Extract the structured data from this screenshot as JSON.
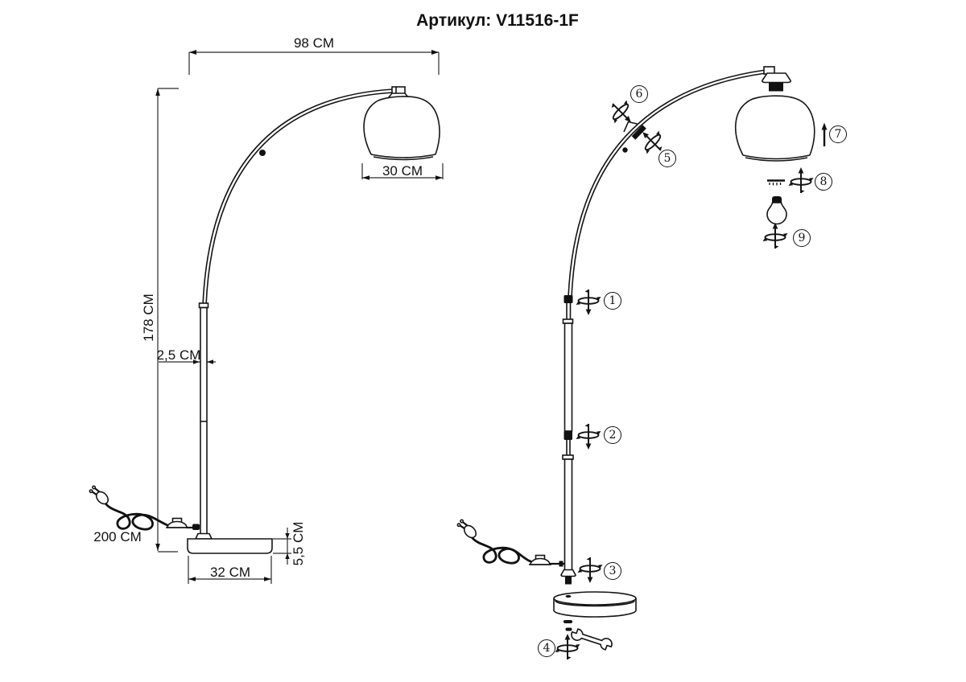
{
  "title": "Артикул: V11516-1F",
  "left_view": {
    "arc_width": "98 CM",
    "shade_diameter": "30 CM",
    "total_height": "178 CM",
    "tube_diameter": "2,5 CM",
    "cord_length": "200 CM",
    "base_diameter": "32 CM",
    "base_height": "5,5 CM"
  },
  "assembly": {
    "steps": [
      {
        "n": "1"
      },
      {
        "n": "2"
      },
      {
        "n": "3"
      },
      {
        "n": "4"
      },
      {
        "n": "5"
      },
      {
        "n": "6"
      },
      {
        "n": "7"
      },
      {
        "n": "8"
      },
      {
        "n": "9"
      }
    ]
  },
  "icons": {
    "plug": "power-plug-icon",
    "switch": "inline-switch-icon",
    "bulb": "light-bulb-icon",
    "wrench": "wrench-icon",
    "screw": "screw-rotation-icon",
    "insert_arrow": "insert-direction-arrow-icon"
  },
  "colors": {
    "ink": "#111111",
    "background": "#ffffff"
  }
}
